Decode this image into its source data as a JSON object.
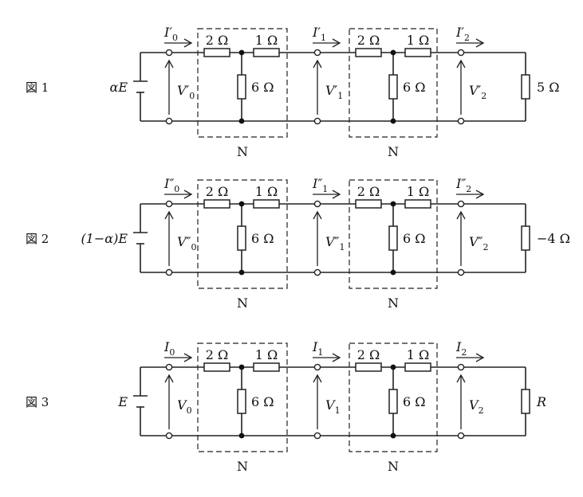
{
  "figures": [
    {
      "label": "図 1",
      "source": "αE",
      "currents": [
        "I′0",
        "I′1",
        "I′2"
      ],
      "voltages": [
        "V′0",
        "V′1",
        "V′2"
      ],
      "load": "5 Ω"
    },
    {
      "label": "図 2",
      "source": "(1−α)E",
      "currents": [
        "I″0",
        "I″1",
        "I″2"
      ],
      "voltages": [
        "V″0",
        "V″1",
        "V″2"
      ],
      "load": "−4 Ω"
    },
    {
      "label": "図 3",
      "source": "E",
      "currents": [
        "I0",
        "I1",
        "I2"
      ],
      "voltages": [
        "V0",
        "V1",
        "V2"
      ],
      "load": "R"
    }
  ],
  "network": {
    "series_left": "2 Ω",
    "series_right": "1 Ω",
    "shunt": "6 Ω",
    "block_label": "N"
  }
}
